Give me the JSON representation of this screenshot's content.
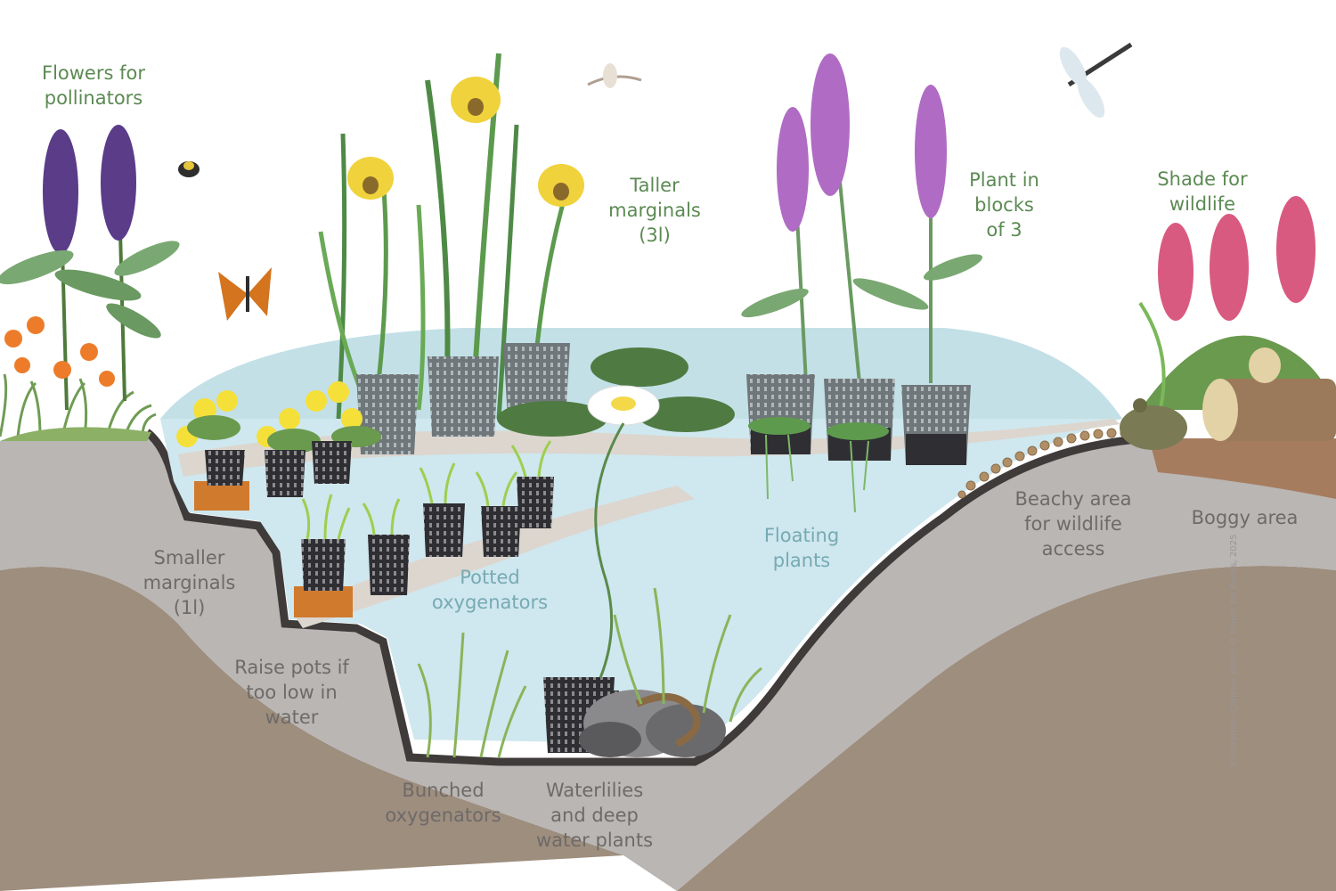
{
  "labels": {
    "flowers_for_pollinators": "Flowers for\npollinators",
    "taller_marginals": "Taller\nmarginals\n(3l)",
    "plant_in_blocks": "Plant in\nblocks\nof 3",
    "shade_for_wildlife": "Shade for\nwildlife",
    "smaller_marginals": "Smaller\nmarginals\n(1l)",
    "potted_oxygenators": "Potted\noxygenators",
    "floating_plants": "Floating\nplants",
    "beachy_area": "Beachy area\nfor wildlife\naccess",
    "boggy_area": "Boggy area",
    "raise_pots": "Raise pots if\ntoo low in\nwater",
    "bunched_oxygenators": "Bunched\noxygenators",
    "waterlilies": "Waterlilies\nand deep\nwater plants"
  },
  "credit": "Illustration: Corinne Welch © Plants for Ponds, 2025",
  "colors": {
    "green_text": "#5b8a52",
    "grey_text": "#6e6a68",
    "blue_text": "#77aab3",
    "water": "#cfe7ee",
    "soil": "#9e8e7e",
    "liner": "#b9b6b4",
    "shelf": "#dcd6cf"
  }
}
